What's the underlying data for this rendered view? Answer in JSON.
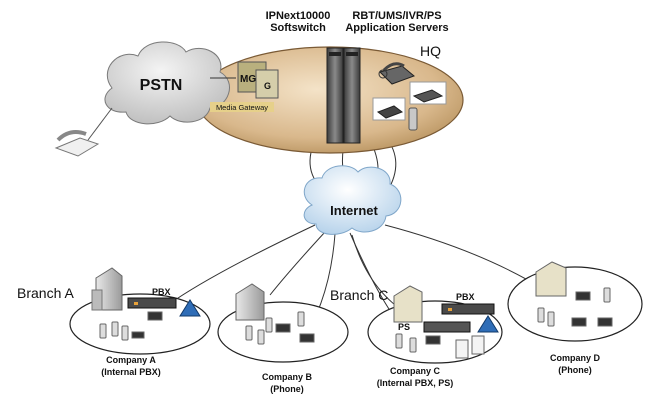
{
  "hq": {
    "softswitch_line1": "IPNext10000",
    "softswitch_line2": "Softswitch",
    "servers_line1": "RBT/UMS/IVR/PS",
    "servers_line2": "Application Servers",
    "label": "HQ"
  },
  "pstn": {
    "label": "PSTN"
  },
  "media_gateway": {
    "label": "Media Gateway",
    "tag_mg": "MG",
    "tag_g": "G"
  },
  "internet": {
    "label": "Internet"
  },
  "branch_a": {
    "label": "Branch A",
    "pbx_label": "PBX"
  },
  "branch_c": {
    "label": "Branch C",
    "pbx_label": "PBX",
    "ps_label": "PS"
  },
  "company_a": {
    "line1": "Company A",
    "line2": "(Internal PBX)"
  },
  "company_b": {
    "line1": "Company B",
    "line2": "(Phone)"
  },
  "company_c": {
    "line1": "Company C",
    "line2": "(Internal PBX, PS)"
  },
  "company_d": {
    "line1": "Company D",
    "line2": "(Phone)"
  },
  "colors": {
    "hq_fill": "#d9b88c",
    "cloud": "#cfe3f4",
    "pstn_cloud": "#dcdcdc"
  }
}
